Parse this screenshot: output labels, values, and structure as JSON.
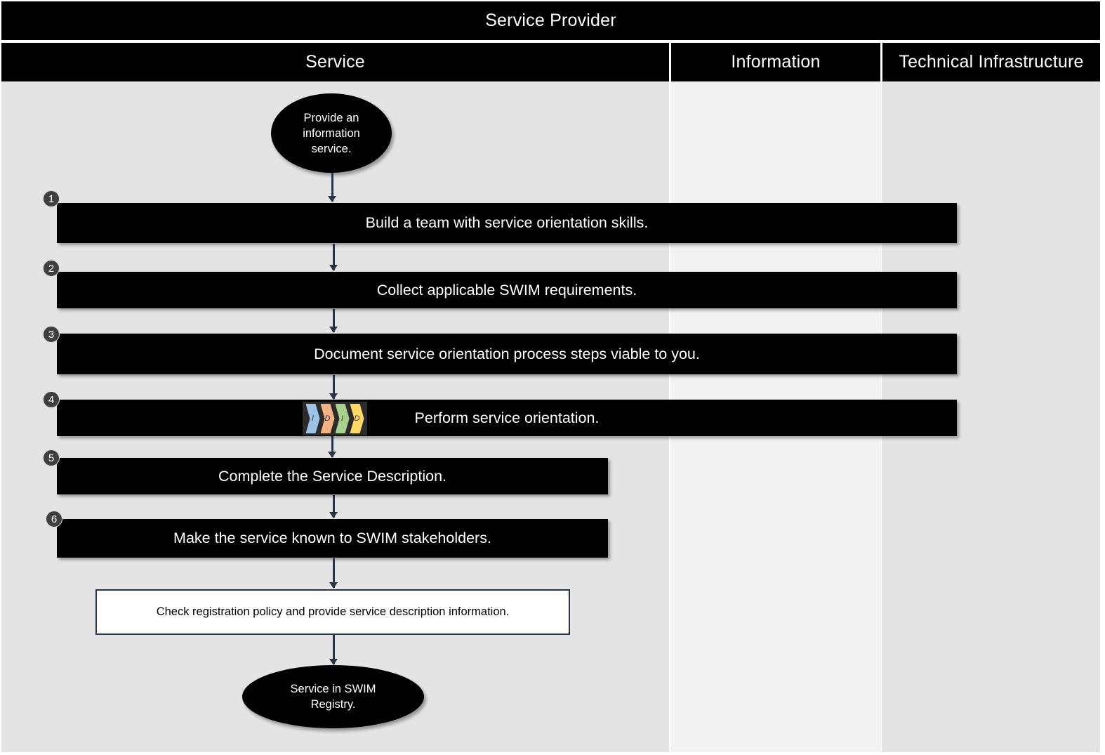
{
  "header": {
    "title": "Service Provider",
    "lanes": [
      "Service",
      "Information",
      "Technical Infrastructure"
    ]
  },
  "start": {
    "text": "Provide an information service."
  },
  "steps": [
    {
      "num": "1",
      "text": "Build a team with service orientation skills."
    },
    {
      "num": "2",
      "text": "Collect applicable SWIM requirements."
    },
    {
      "num": "3",
      "text": "Document service orientation process steps viable to you."
    },
    {
      "num": "4",
      "text": "Perform service orientation."
    },
    {
      "num": "5",
      "text": "Complete the Service Description."
    },
    {
      "num": "6",
      "text": "Make the service known to SWIM stakeholders."
    }
  ],
  "phase_icon": {
    "letters": [
      "I",
      "D",
      "I",
      "D"
    ],
    "colors": [
      "#9dc3e6",
      "#f4b183",
      "#a9d18e",
      "#ffd966"
    ]
  },
  "note": {
    "text": "Check registration policy and provide service description information."
  },
  "end": {
    "text": "Service in SWIM Registry."
  },
  "colors": {
    "header_bg": "#000000",
    "lane_service": "#e4e4e4",
    "lane_information": "#f2f2f2",
    "lane_tech": "#e4e4e4",
    "connector": "#2a3547"
  }
}
